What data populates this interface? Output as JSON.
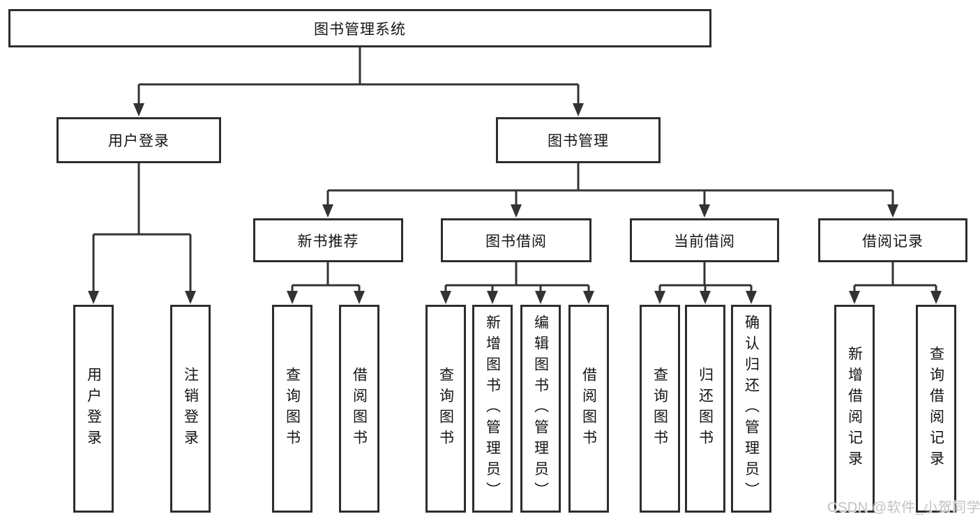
{
  "tree": {
    "label": "图书管理系统",
    "children": [
      {
        "label": "用户登录",
        "children": [
          {
            "label": "用户登录"
          },
          {
            "label": "注销登录"
          }
        ]
      },
      {
        "label": "图书管理",
        "children": [
          {
            "label": "新书推荐",
            "children": [
              {
                "label": "查询图书"
              },
              {
                "label": "借阅图书"
              }
            ]
          },
          {
            "label": "图书借阅",
            "children": [
              {
                "label": "查询图书"
              },
              {
                "label": "新增图书（管理员）"
              },
              {
                "label": "编辑图书（管理员）"
              },
              {
                "label": "借阅图书"
              }
            ]
          },
          {
            "label": "当前借阅",
            "children": [
              {
                "label": "查询图书"
              },
              {
                "label": "归还图书"
              },
              {
                "label": "确认归还（管理员）"
              }
            ]
          },
          {
            "label": "借阅记录",
            "children": [
              {
                "label": "新增借阅记录"
              },
              {
                "label": "查询借阅记录"
              }
            ]
          }
        ]
      }
    ]
  },
  "watermark": "CSDN @软件_小贺同学",
  "colors": {
    "background": "#ffffff",
    "box_border": "#2d2d2d",
    "connector_line": "#333333",
    "text": "#141414",
    "watermark": "#c2c2c2"
  }
}
